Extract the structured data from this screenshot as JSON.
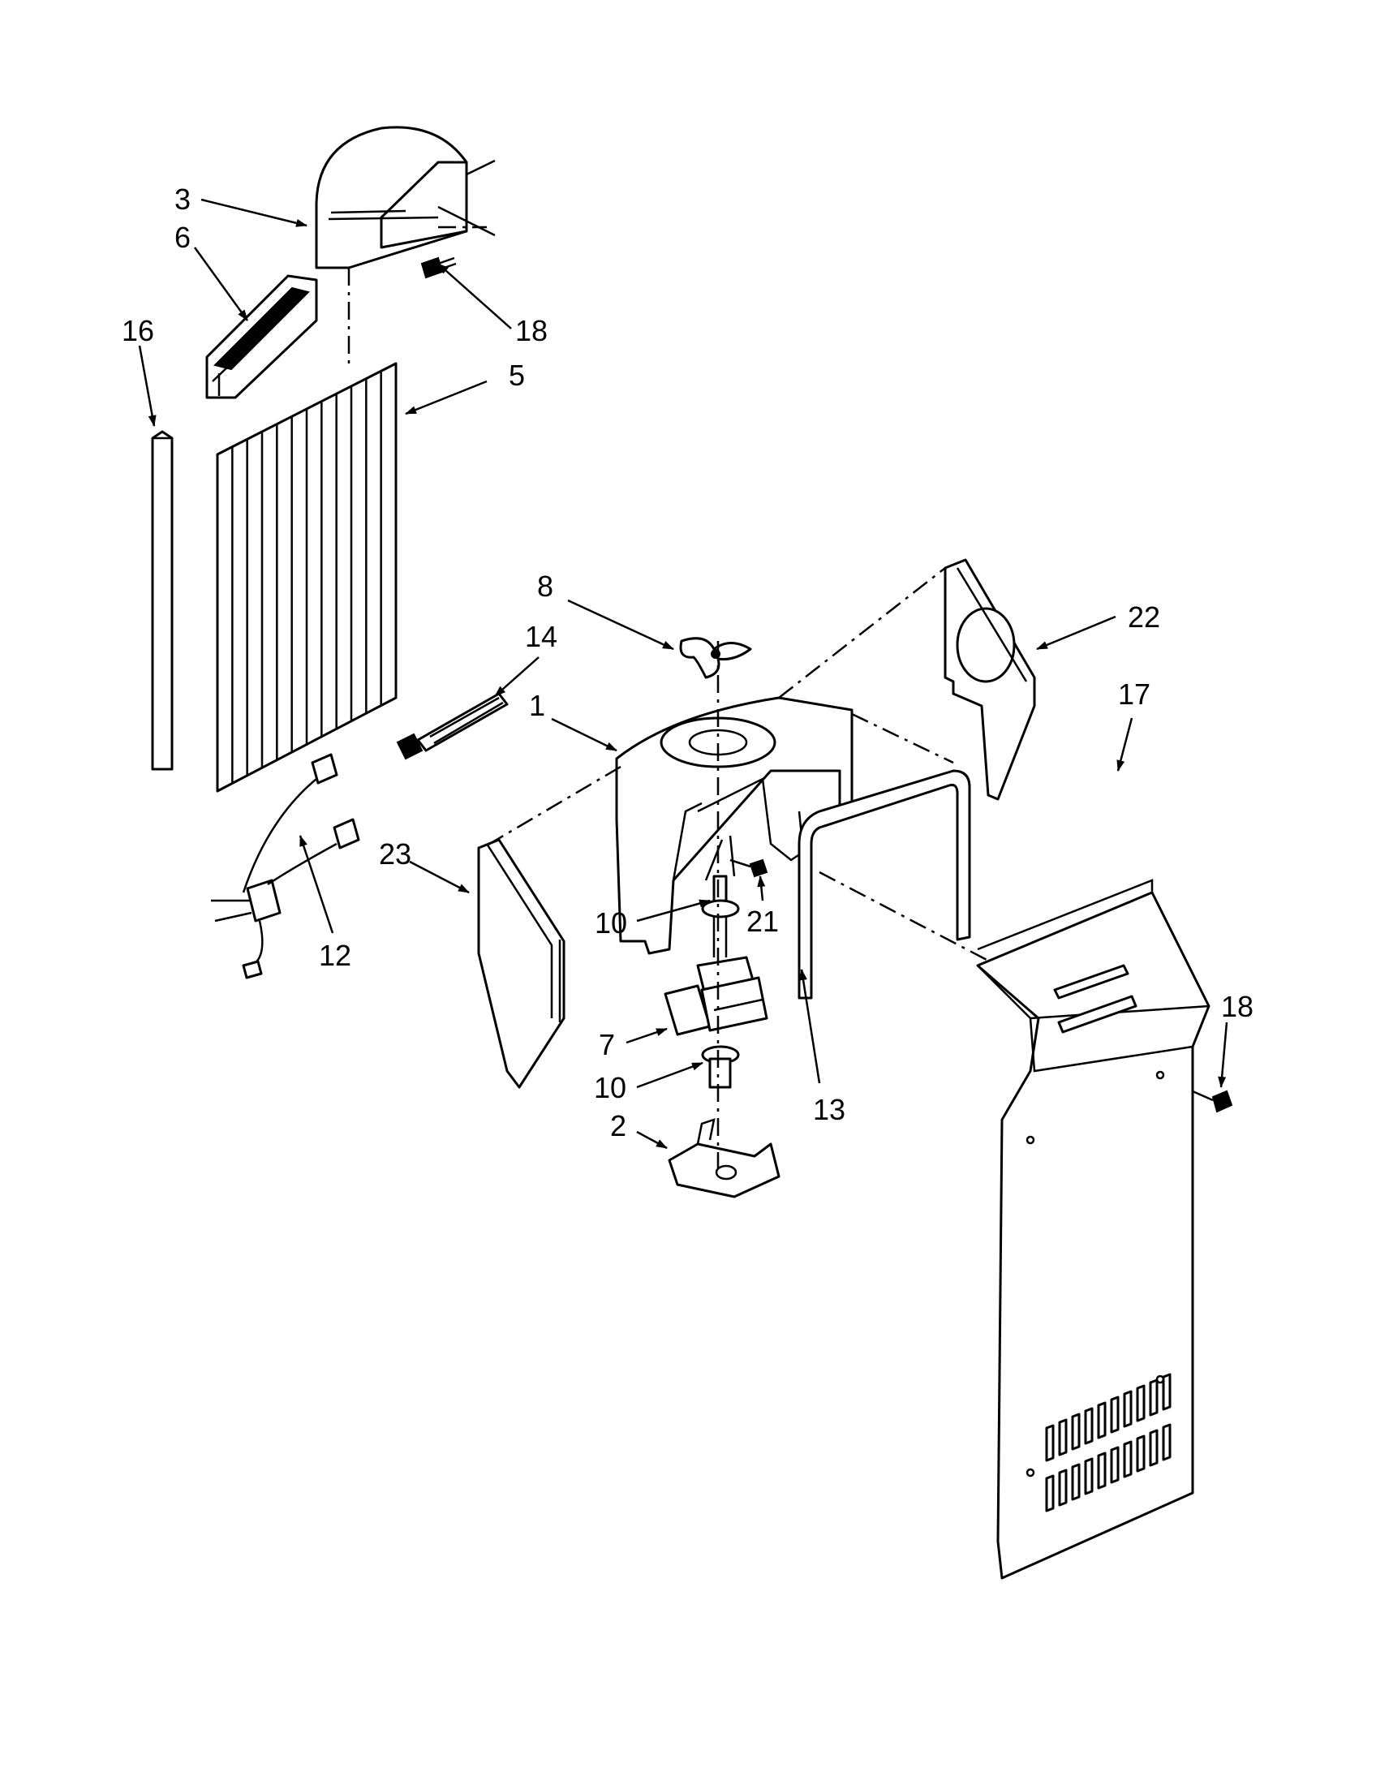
{
  "callouts": {
    "c1": "1",
    "c2": "2",
    "c3": "3",
    "c5": "5",
    "c6": "6",
    "c7": "7",
    "c8": "8",
    "c10a": "10",
    "c10b": "10",
    "c12": "12",
    "c13": "13",
    "c14": "14",
    "c16": "16",
    "c17": "17",
    "c18a": "18",
    "c18b": "18",
    "c21": "21",
    "c22": "22",
    "c23": "23"
  }
}
